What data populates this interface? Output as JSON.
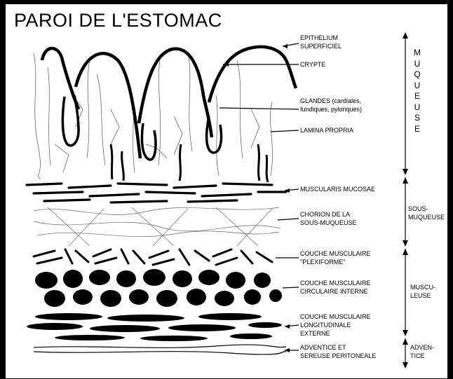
{
  "title": "PAROI DE L'ESTOMAC",
  "labels": {
    "epithelium": "EPITHELIUM\nSUPERFICIEL",
    "crypte": "CRYPTE",
    "glandes": "GLANDES (cardiales,\nfundiques, pyloriques)",
    "lamina": "LAMINA PROPRIA",
    "muscularis": "MUSCULARIS MUCOSAE",
    "chorion": "CHORION DE LA\nSOUS-MUQUEUSE",
    "plexiforme": "COUCHE MUSCULAIRE\n\"PLEXIFORME\"",
    "circulaire": "COUCHE MUSCULAIRE\nCIRCULAIRE INTERNE",
    "longitudinale": "COUCHE MUSCULAIRE\nLONGITUDINALE\nEXTERNE",
    "adventice": "ADVENTICE ET\nSEREUSE PERITONEALE"
  },
  "zones": {
    "muqueuse": "M\nU\nQ\nU\nE\nU\nS\nE",
    "sous_muqueuse": "SOUS-\nMUQUEUSE",
    "musculeuse": "MUSCU-\nLEUSE",
    "adventice": "ADVEN-\nTICE"
  }
}
